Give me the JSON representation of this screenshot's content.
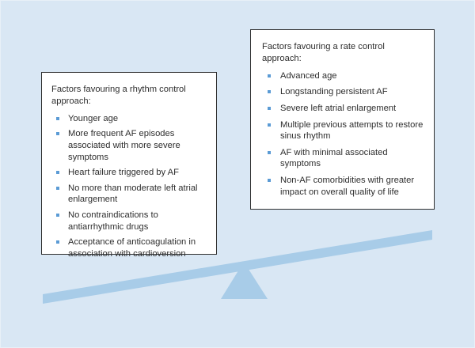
{
  "figure": {
    "background_color": "#d9e7f4",
    "beam_color": "#a8cce8",
    "fulcrum_color": "#a8cce8",
    "bullet_color": "#5b9bd5",
    "text_color": "#2e2e2e",
    "box_border_color": "#2f2f2f",
    "box_fill_color": "#ffffff"
  },
  "rhythm_box": {
    "title": "Factors favouring a rhythm control\n    approach:",
    "items": [
      "Younger age",
      "More frequent AF episodes associated with more severe symptoms",
      "Heart failure triggered by AF",
      "No more than moderate left atrial enlargement",
      "No contraindications to antiarrhythmic drugs",
      "Acceptance of anticoagulation in association with cardioversion"
    ]
  },
  "rate_box": {
    "title": "Factors favouring a rate control\napproach:",
    "items": [
      "Advanced age",
      "Longstanding persistent AF",
      "Severe left atrial enlargement",
      "Multiple previous attempts to restore sinus rhythm",
      "AF with minimal associated symptoms",
      "Non-AF comorbidities with greater impact on overall quality of life"
    ]
  }
}
